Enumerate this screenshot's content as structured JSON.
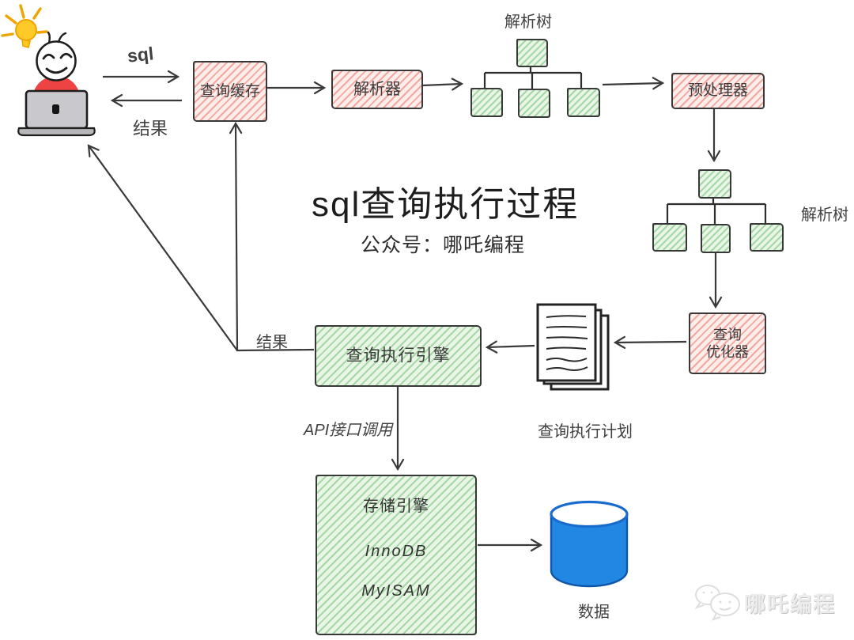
{
  "title": {
    "main": "sql查询执行过程",
    "subtitle": "公众号：哪吒编程"
  },
  "nodes": {
    "query_cache": {
      "label": "查询缓存"
    },
    "parser": {
      "label": "解析器"
    },
    "preprocessor": {
      "label": "预处理器"
    },
    "optimizer": {
      "line1": "查询",
      "line2": "优化器"
    },
    "exec_engine": {
      "label": "查询执行引擎"
    },
    "storage_engine": {
      "label": "存储引擎",
      "engines": [
        "InnoDB",
        "MyISAM"
      ]
    },
    "data_store": {
      "label": "数据"
    }
  },
  "edge_labels": {
    "sql": "sql",
    "result_user": "结果",
    "result_engine": "结果",
    "parse_tree_1": "解析树",
    "parse_tree_2": "解析树",
    "exec_plan": "查询执行计划",
    "api_call": "API接口调用"
  },
  "watermark": {
    "brand": "哪吒编程"
  },
  "colors": {
    "pink_fill": "#fdeeec",
    "pink_stripe": "#f2a79f",
    "green_fill": "#e9f6e6",
    "green_stripe": "#a5d7a7",
    "database_blue": "#2287e2",
    "ink": "#383838",
    "shirt_red": "#ee4343",
    "bulb_yellow": "#ffc928",
    "watermark_gray": "#ececec"
  }
}
